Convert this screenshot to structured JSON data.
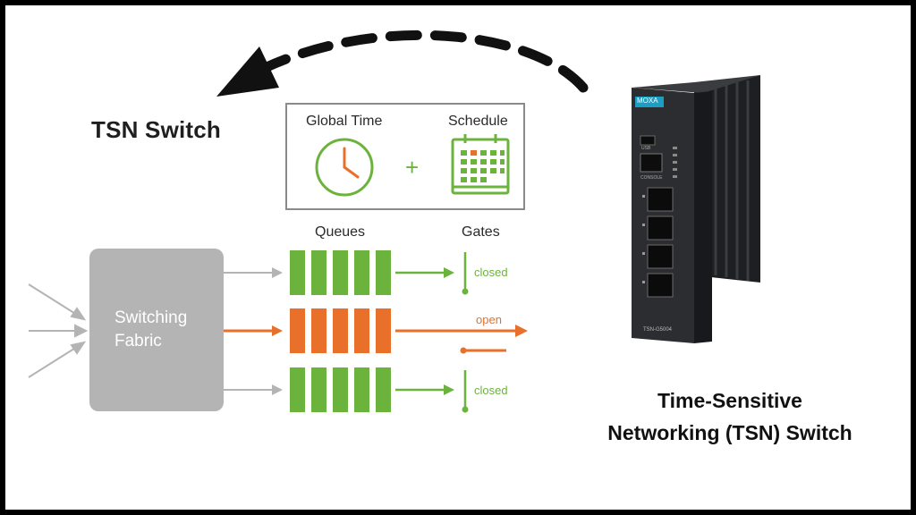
{
  "diagram": {
    "title": "TSN Switch",
    "global_time_label": "Global Time",
    "schedule_label": "Schedule",
    "plus_sign": "+",
    "queues_label": "Queues",
    "gates_label": "Gates",
    "fabric_line1": "Switching",
    "fabric_line2": "Fabric",
    "gate_states": [
      "closed",
      "open",
      "closed"
    ],
    "colors": {
      "green": "#6cb33e",
      "orange": "#e8702a",
      "gray": "#b4b4b4",
      "dark": "#1a1a1a"
    }
  },
  "device": {
    "brand": "MOXA",
    "model": "TSN-G5004",
    "port_label_usb": "USB",
    "port_label_console": "CONSOLE"
  },
  "caption": {
    "line1": "Time-Sensitive",
    "line2": "Networking (TSN) Switch"
  }
}
